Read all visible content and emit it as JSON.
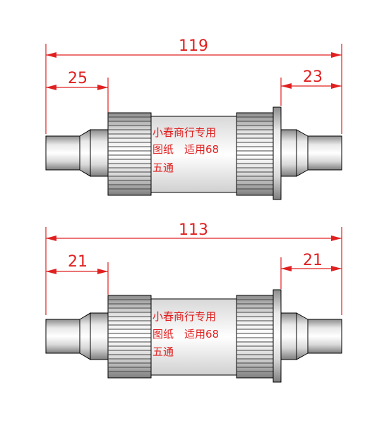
{
  "colors": {
    "dimension": "#e02020",
    "outline": "#000000",
    "steel_light": "#f4f4f4",
    "steel_dark": "#9a9a9a",
    "background": "#ffffff"
  },
  "drawings": [
    {
      "name": "bottom-bracket-119",
      "overall": "119",
      "left_offset": "25",
      "right_offset": "23",
      "note_lines": [
        "小春商行专用",
        "图纸　适用68",
        "五通"
      ]
    },
    {
      "name": "bottom-bracket-113",
      "overall": "113",
      "left_offset": "21",
      "right_offset": "21",
      "note_lines": [
        "小春商行专用",
        "图纸　适用68",
        "五通"
      ]
    }
  ]
}
